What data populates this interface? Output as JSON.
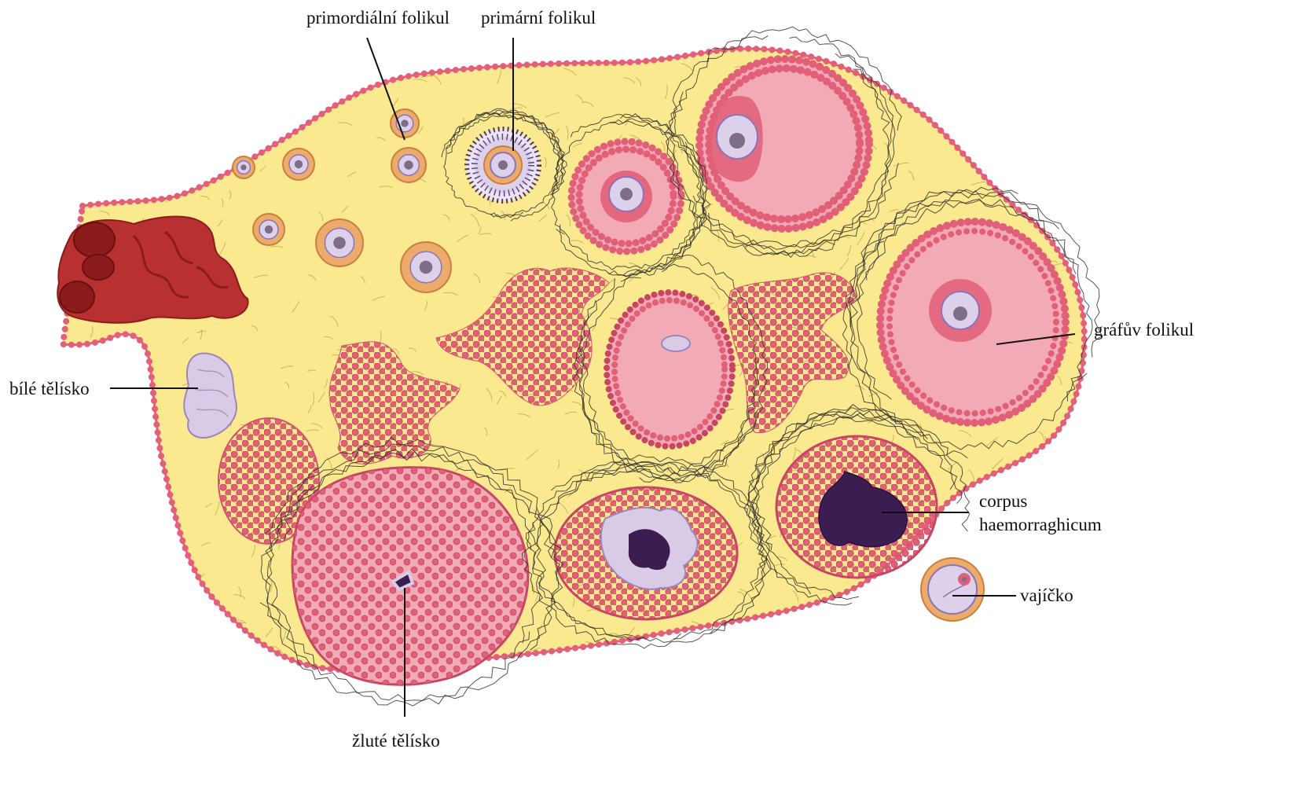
{
  "labels": {
    "primordial": "primordiální folikul",
    "primary": "primární folikul",
    "graafian": "gráfův folikul",
    "albicans": "bílé tělísko",
    "hemorrhagicum_line1": "corpus",
    "hemorrhagicum_line2": "haemorraghicum",
    "egg": "vajíčko",
    "luteum": "žluté tělísko"
  },
  "colors": {
    "stroma": "#fbe98f",
    "epithelium": "#e4607a",
    "granulosa": "#e8677e",
    "antrum": "#f2aab6",
    "oocyte": "#ddd0ea",
    "oocyte_edge": "#8a74b8",
    "nucleus": "#7d6d86",
    "zona": "#ecab6b",
    "vessel": "#b83030",
    "vessel_dark": "#8c1c1c",
    "clot": "#3b1d52",
    "albicans": "#d9cbe6",
    "theca": "#4a3a6a"
  }
}
